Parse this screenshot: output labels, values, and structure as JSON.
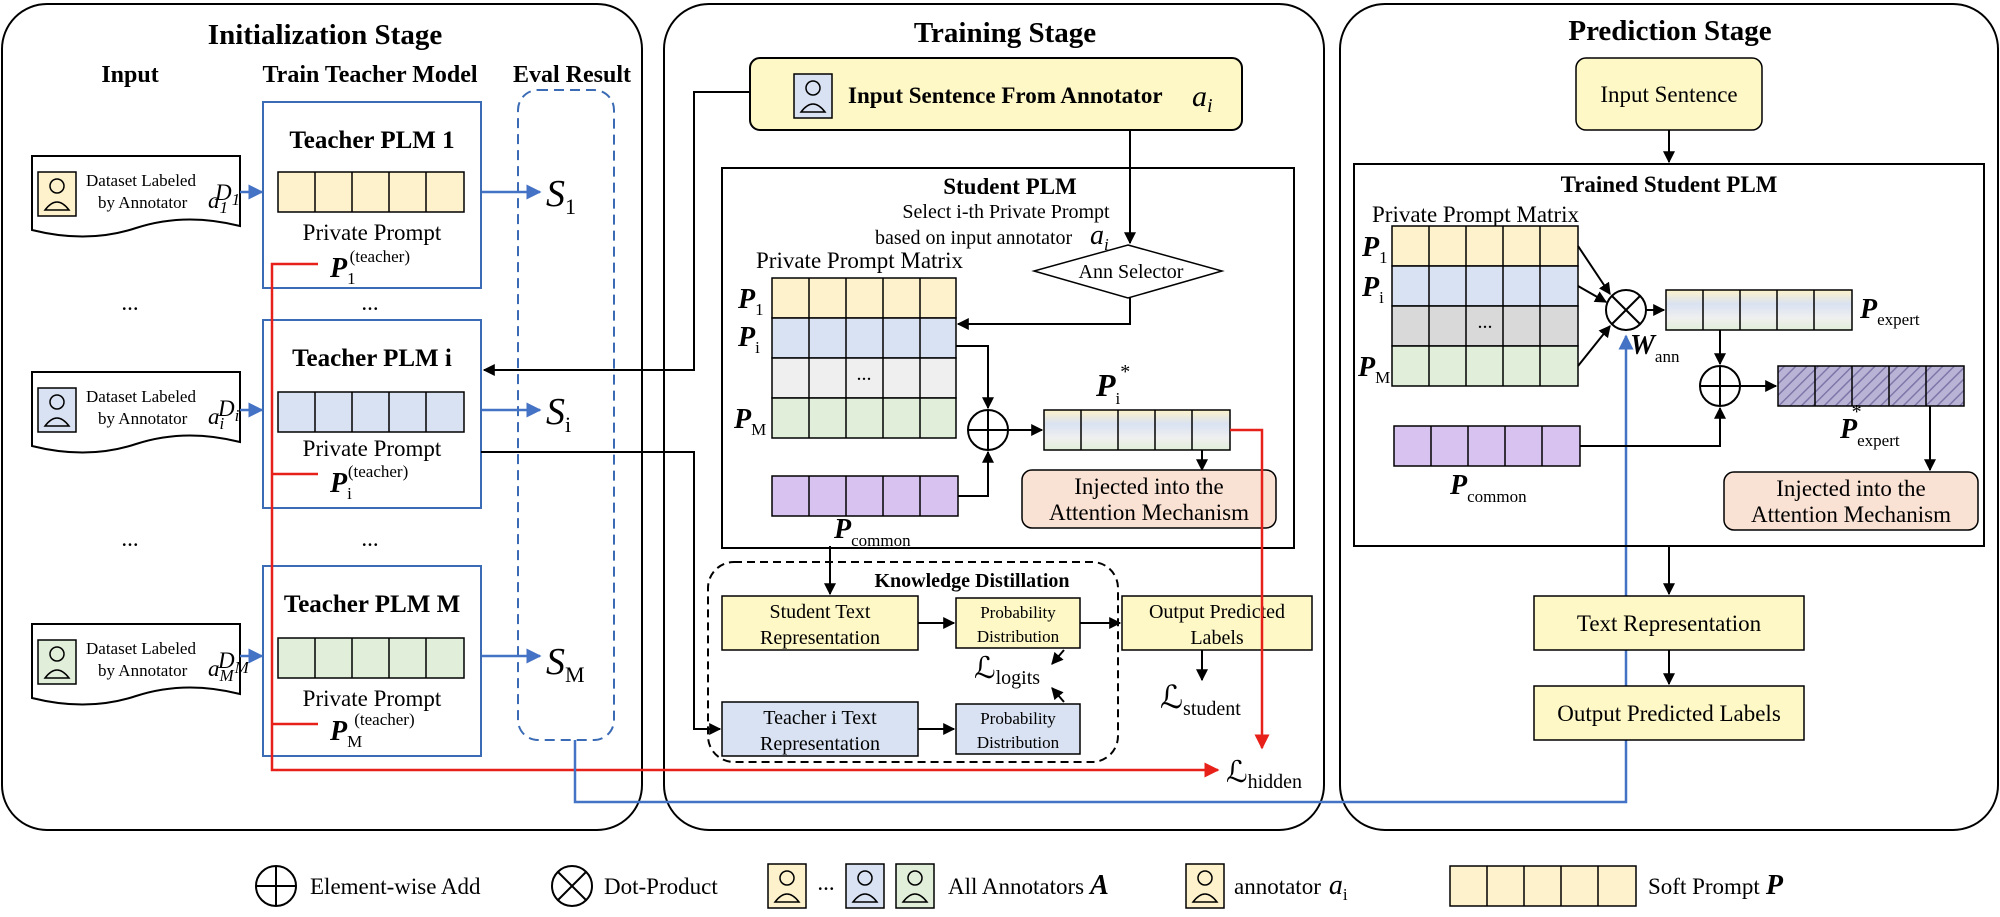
{
  "stages": {
    "init": "Initialization Stage",
    "train": "Training Stage",
    "predict": "Prediction Stage"
  },
  "init": {
    "col_input": "Input",
    "col_teacher": "Train Teacher Model",
    "col_eval": "Eval Result",
    "dataset_line1": "Dataset Labeled",
    "dataset_line2": "by Annotator",
    "annotator_sym": "a",
    "dataset_sym": "D",
    "subs": [
      "1",
      "i",
      "M"
    ],
    "teachers": [
      "Teacher PLM 1",
      "Teacher PLM i",
      "Teacher PLM M"
    ],
    "private_prompt": "Private Prompt",
    "p_sym": "P",
    "teacher_sup": "(teacher)",
    "ellipsis": "...",
    "s_sym": "S"
  },
  "train": {
    "input_sentence": "Input Sentence From Annotator",
    "annotator_sym": "a",
    "annotator_sub": "i",
    "student_plm": "Student PLM",
    "select_line1": "Select i-th Private Prompt",
    "select_line2": "based on input annotator",
    "ann_selector": "Ann Selector",
    "private_prompt_matrix": "Private Prompt Matrix",
    "p_sym": "P",
    "row_subs": [
      "1",
      "i",
      "M"
    ],
    "ellipsis": "...",
    "p_star_sup": "*",
    "injected_line1": "Injected into the",
    "injected_line2": "Attention Mechanism",
    "common_sub": "common",
    "kd_title": "Knowledge Distillation",
    "student_text_line1": "Student Text",
    "student_text_line2": "Representation",
    "teacher_text_line1": "Teacher i Text",
    "teacher_text_line2": "Representation",
    "prob_line1": "Probability",
    "prob_line2": "Distribution",
    "output_line1": "Output Predicted",
    "output_line2": "Labels",
    "loss_sym": "ℒ",
    "loss_logits": "logits",
    "loss_student": "student",
    "loss_hidden": "hidden"
  },
  "predict": {
    "input_sentence": "Input Sentence",
    "trained_student": "Trained Student PLM",
    "private_prompt_matrix": "Private Prompt Matrix",
    "p_sym": "P",
    "row_subs": [
      "1",
      "i",
      "M"
    ],
    "ellipsis": "...",
    "expert_sub": "expert",
    "w_sym": "W",
    "w_sub": "ann",
    "common_sub": "common",
    "star": "*",
    "injected_line1": "Injected into the",
    "injected_line2": "Attention Mechanism",
    "text_repr": "Text Representation",
    "output_labels": "Output Predicted Labels"
  },
  "legend": {
    "add": "Element-wise Add",
    "dot": "Dot-Product",
    "ellipsis": "...",
    "all_annotators": "All Annotators",
    "all_sym": "A",
    "annotator": "annotator",
    "annotator_sym": "a",
    "annotator_sub": "i",
    "soft_prompt": "Soft Prompt",
    "soft_sym": "P"
  },
  "colors": {
    "yellow": "#fdf2cb",
    "yellow_box": "#fef7c6",
    "blue": "#d9e2f2",
    "green": "#e1eed9",
    "gray": "#d9d9d9",
    "light_gray": "#efefef",
    "purple": "#d8c3f0",
    "peach": "#f9e1d3",
    "red": "#e8201a",
    "arrow_blue": "#4472c4",
    "frame_blue": "#3b6bb5"
  }
}
